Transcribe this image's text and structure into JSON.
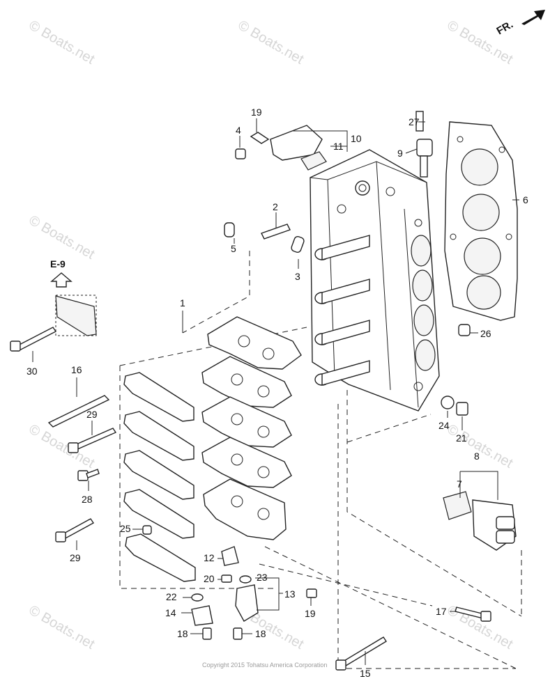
{
  "direction_label": "FR.",
  "reference_label": "E-9",
  "watermark": "© Boats.net",
  "copyright": "Copyright 2015 Tohatsu America Corporation",
  "callouts": [
    "1",
    "2",
    "3",
    "4",
    "5",
    "6",
    "7",
    "8",
    "9",
    "10",
    "11",
    "12",
    "13",
    "14",
    "15",
    "16",
    "17",
    "18",
    "18",
    "19",
    "19",
    "20",
    "21",
    "22",
    "23",
    "24",
    "25",
    "26",
    "27",
    "28",
    "29",
    "29",
    "30"
  ]
}
